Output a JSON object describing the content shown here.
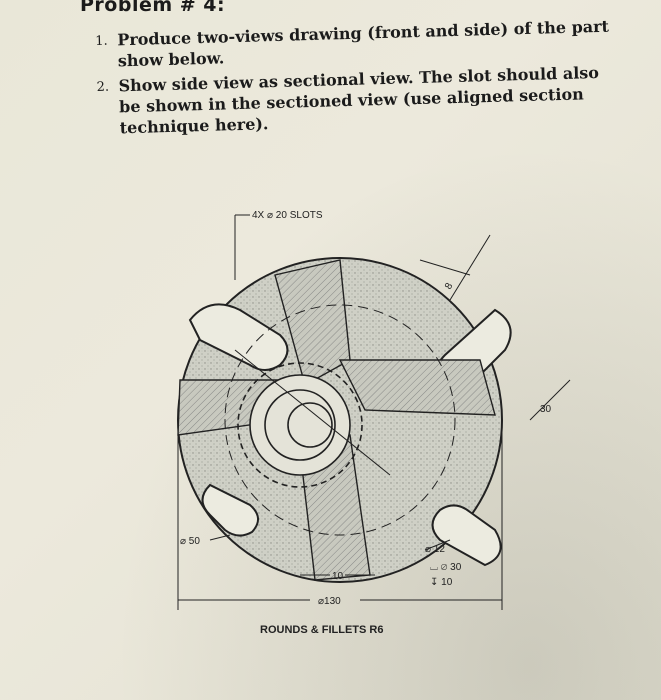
{
  "title": "Problem # 4:",
  "items": [
    {
      "number": "1.",
      "text": "Produce two-views drawing (front and side) of the part show below."
    },
    {
      "number": "2.",
      "text": "Show side view as sectional view. The slot should also be shown in the sectioned view (use aligned section technique here)."
    }
  ],
  "drawing": {
    "slots_callout": "4X  ⌀ 20 SLOTS",
    "dim_8": "8",
    "dim_30_side": "30",
    "dim_dia50": "⌀ 50",
    "dim_dia12": "⌀ 12",
    "dim_cbore": "⌴ ⌀ 30",
    "dim_depth": "↧ 10",
    "dim_10": "10",
    "dim_dia130": "⌀130",
    "rounds_note": "ROUNDS & FILLETS R6"
  }
}
